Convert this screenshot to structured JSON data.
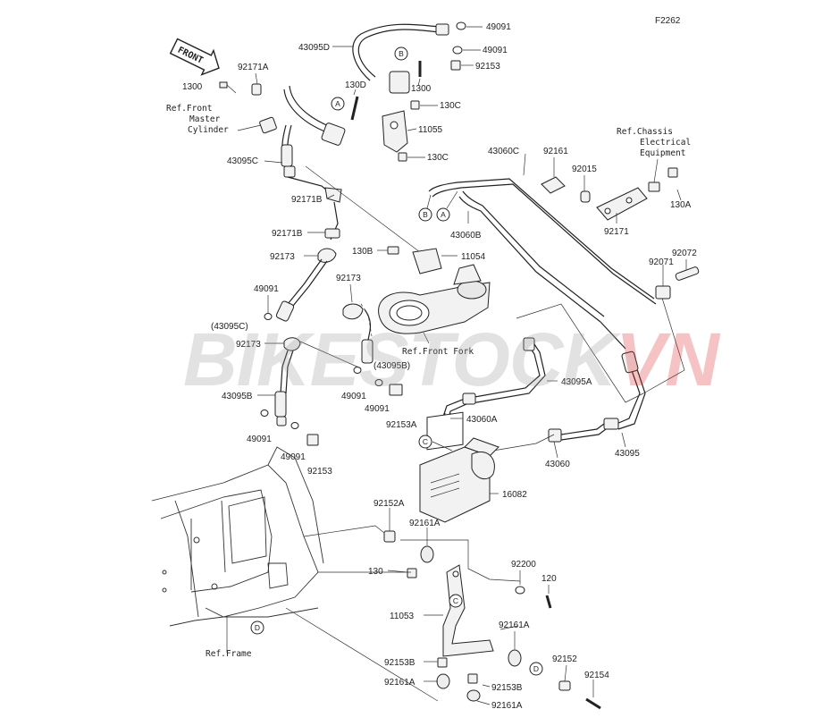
{
  "figure_code": "F2262",
  "front_arrow": "FRONT",
  "watermark": {
    "main": "BIKESTOCK",
    "accent": "VN"
  },
  "refs": {
    "front_master_cylinder": [
      "Ref.Front",
      "Master",
      "Cylinder"
    ],
    "chassis_electrical": [
      "Ref.Chassis",
      "Electrical",
      "Equipment"
    ],
    "front_fork": "Ref.Front Fork",
    "frame": "Ref.Frame"
  },
  "parts": {
    "p49091_a": "49091",
    "p43095D": "43095D",
    "p49091_b": "49091",
    "p92153_a": "92153",
    "p92171A": "92171A",
    "p130D": "130D",
    "p1300_a": "1300",
    "p1300_b": "1300",
    "p130C_a": "130C",
    "p11055": "11055",
    "p130C_b": "130C",
    "p43095C": "43095C",
    "p43060C": "43060C",
    "p92161": "92161",
    "p92015": "92015",
    "p130A": "130A",
    "p92171B": "92171B",
    "p43060B": "43060B",
    "p92171": "92171",
    "p92171B_b": "92171B",
    "p130B": "130B",
    "p11054": "11054",
    "p92071": "92071",
    "p92072": "92072",
    "p92173_a": "92173",
    "p92173_b": "92173",
    "p49091_c": "49091",
    "p43095C_ref": "(43095C)",
    "p92173_c": "92173",
    "p43095B_ref": "(43095B)",
    "p43095A": "43095A",
    "p49091_d": "49091",
    "p49091_e": "49091",
    "p43095B": "43095B",
    "p92153A": "92153A",
    "p43060A": "43060A",
    "p49091_f": "49091",
    "p49091_g": "49091",
    "p92153_b": "92153",
    "p43060": "43060",
    "p43095": "43095",
    "p16082": "16082",
    "p92152A": "92152A",
    "p92161A_a": "92161A",
    "p92200": "92200",
    "p130": "130",
    "p120": "120",
    "p11053": "11053",
    "p92161A_b": "92161A",
    "p92152": "92152",
    "p92153B_a": "92153B",
    "p92154": "92154",
    "p92153B_b": "92153B",
    "p92161A_c": "92161A",
    "p92161A_d": "92161A"
  },
  "callouts": {
    "A": "A",
    "B": "B",
    "C": "C",
    "D": "D"
  }
}
